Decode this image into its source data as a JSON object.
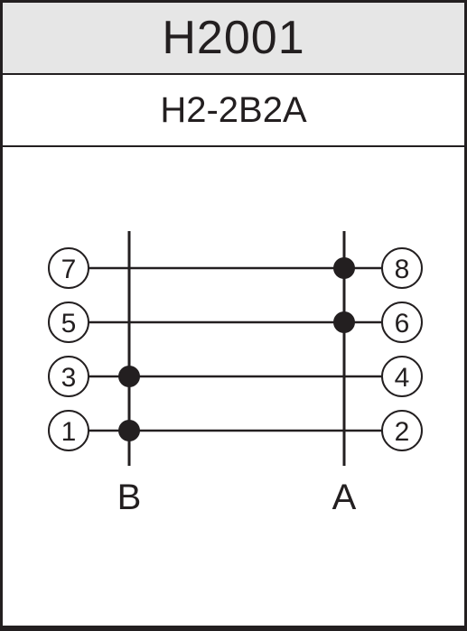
{
  "title": "H2001",
  "subtitle": "H2-2B2A",
  "buses": [
    {
      "label": "B"
    },
    {
      "label": "A"
    }
  ],
  "rows": [
    {
      "left_pin": "7",
      "right_pin": "8",
      "dot_on": "A"
    },
    {
      "left_pin": "5",
      "right_pin": "6",
      "dot_on": "A"
    },
    {
      "left_pin": "3",
      "right_pin": "4",
      "dot_on": "B"
    },
    {
      "left_pin": "1",
      "right_pin": "2",
      "dot_on": "B"
    }
  ],
  "colors": {
    "ink": "#231f20",
    "header_bg": "#e6e6e6"
  }
}
